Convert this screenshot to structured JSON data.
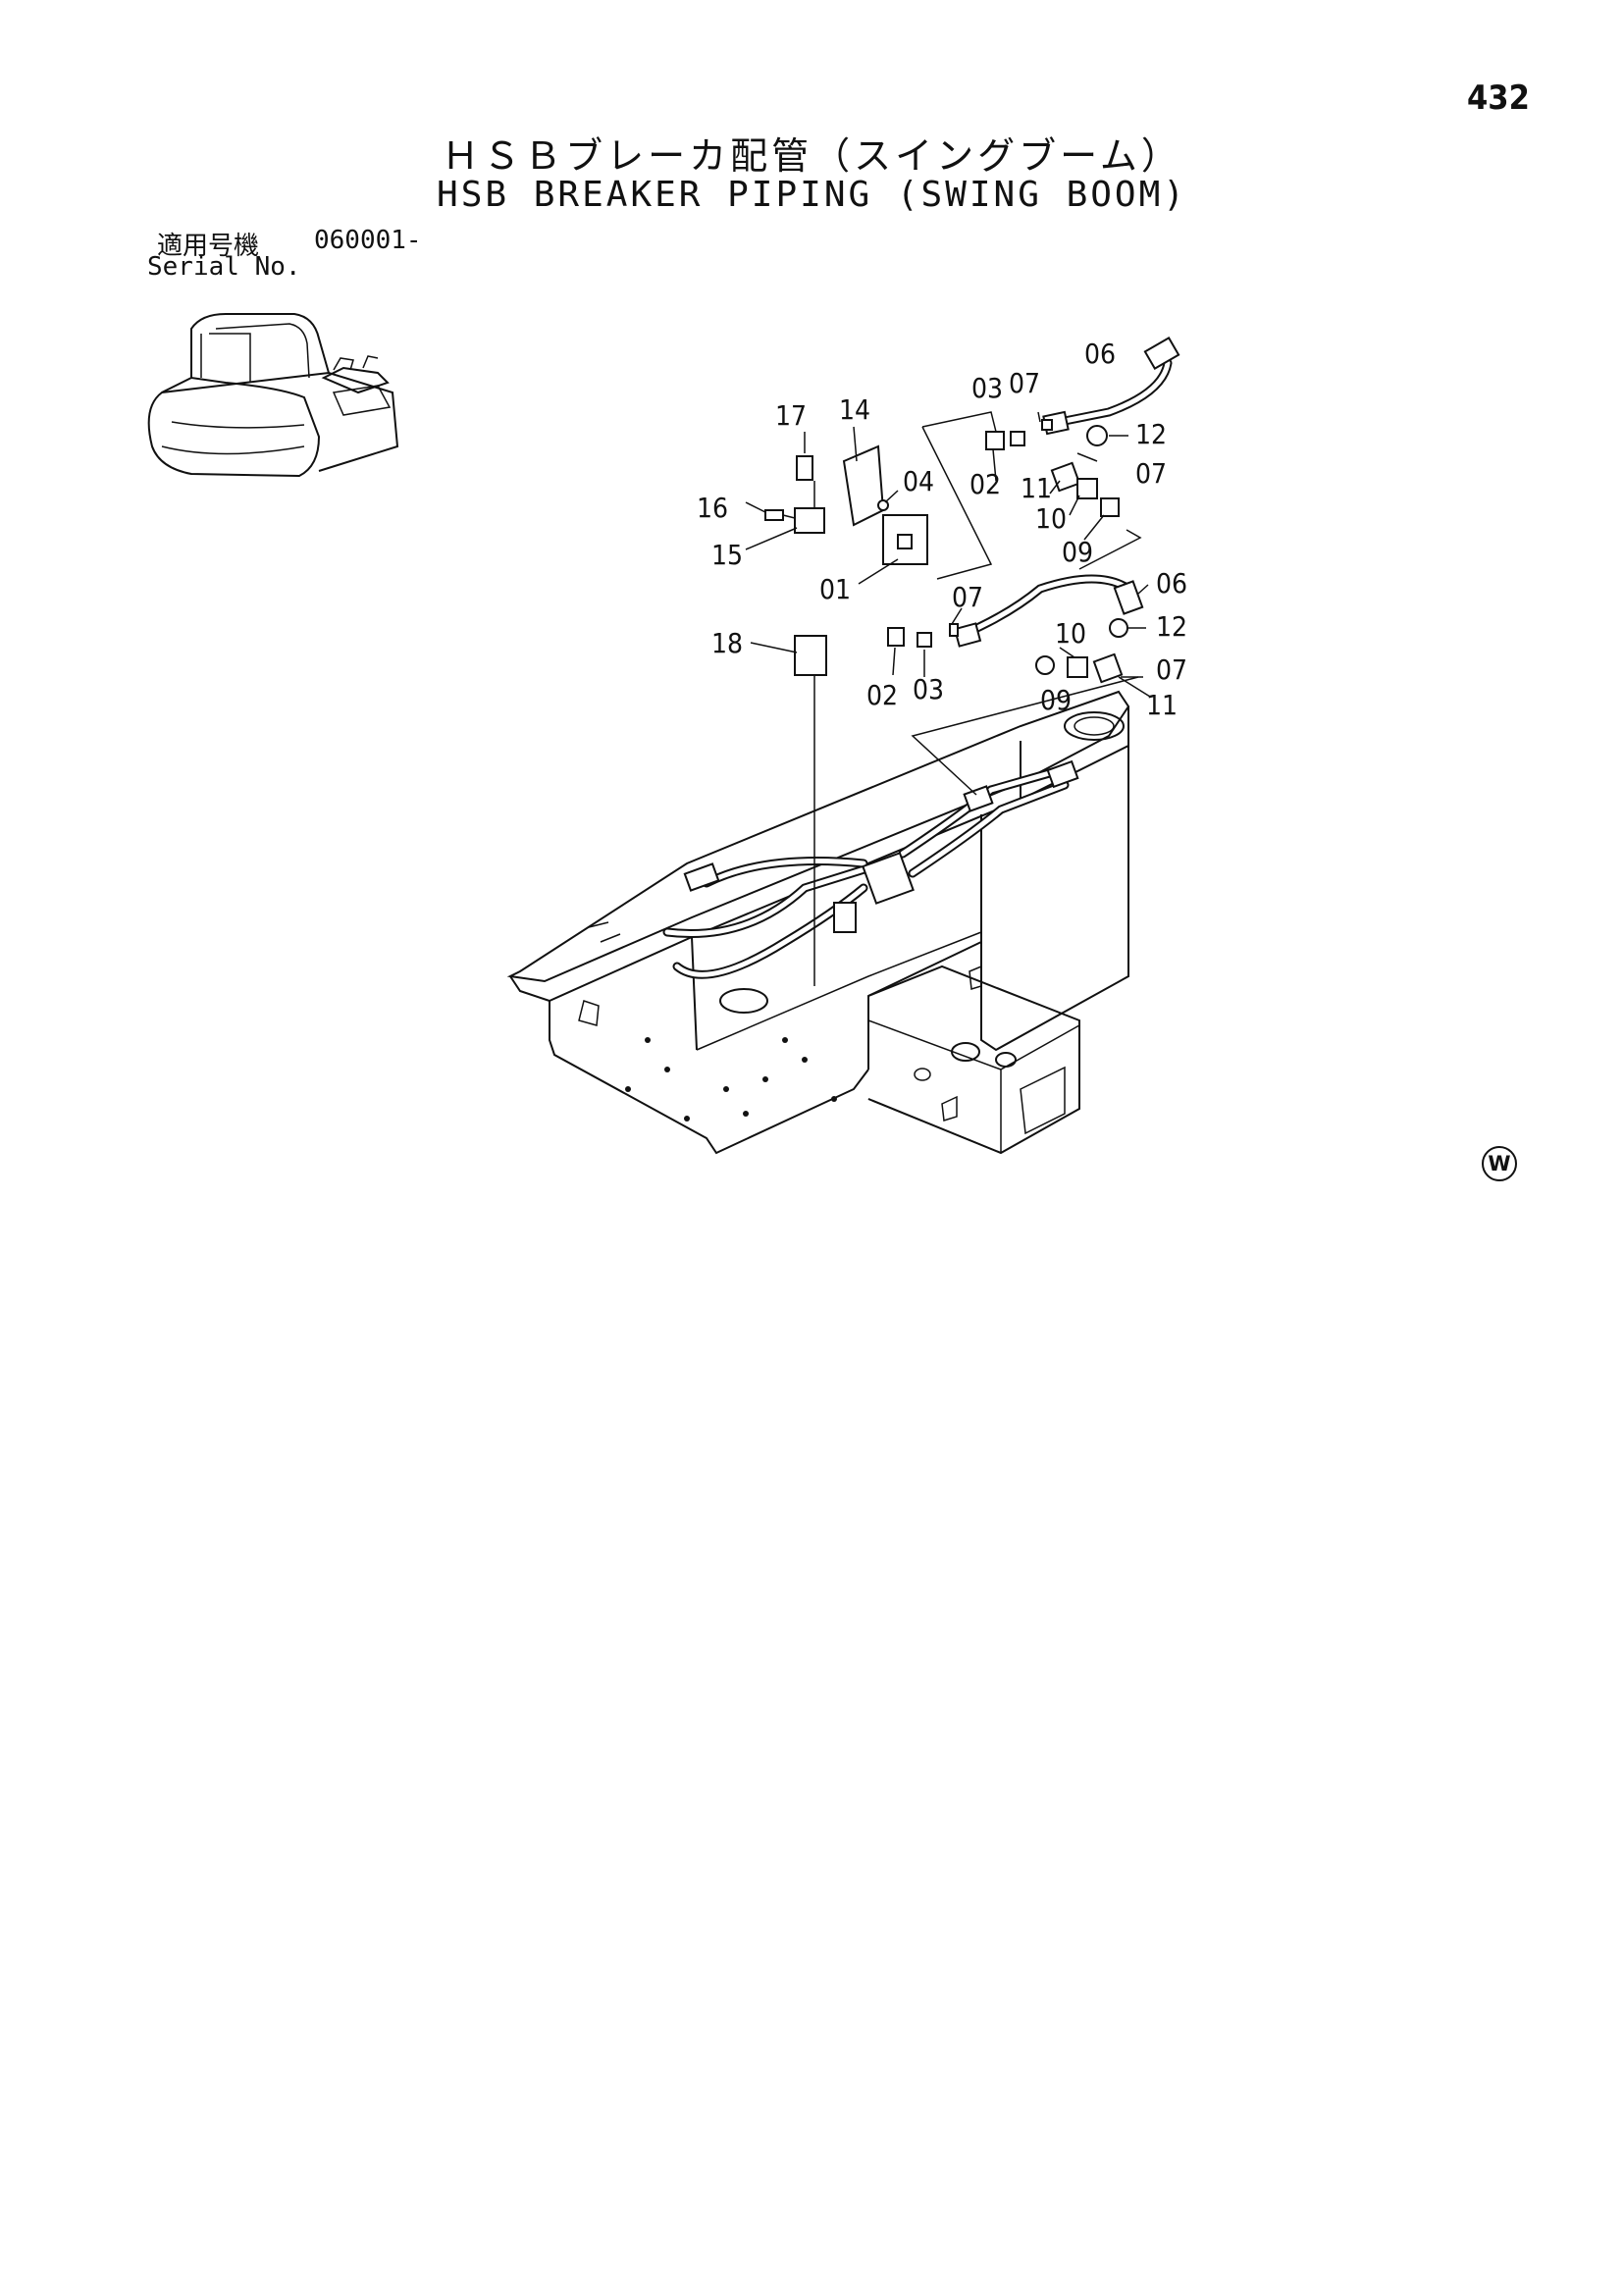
{
  "page_number": "432",
  "title_jp": "ＨＳＢブレーカ配管（スイングブーム）",
  "title_en": "HSB BREAKER PIPING (SWING BOOM)",
  "serial": {
    "label_jp": "適用号機",
    "number": "060001-",
    "label_en": "Serial No."
  },
  "callouts": [
    "17",
    "14",
    "16",
    "04",
    "15",
    "01",
    "18",
    "03",
    "07",
    "06",
    "02",
    "12",
    "07",
    "11",
    "10",
    "09",
    "07",
    "06",
    "12",
    "02",
    "03",
    "10",
    "07",
    "09",
    "11"
  ],
  "mark": "W"
}
